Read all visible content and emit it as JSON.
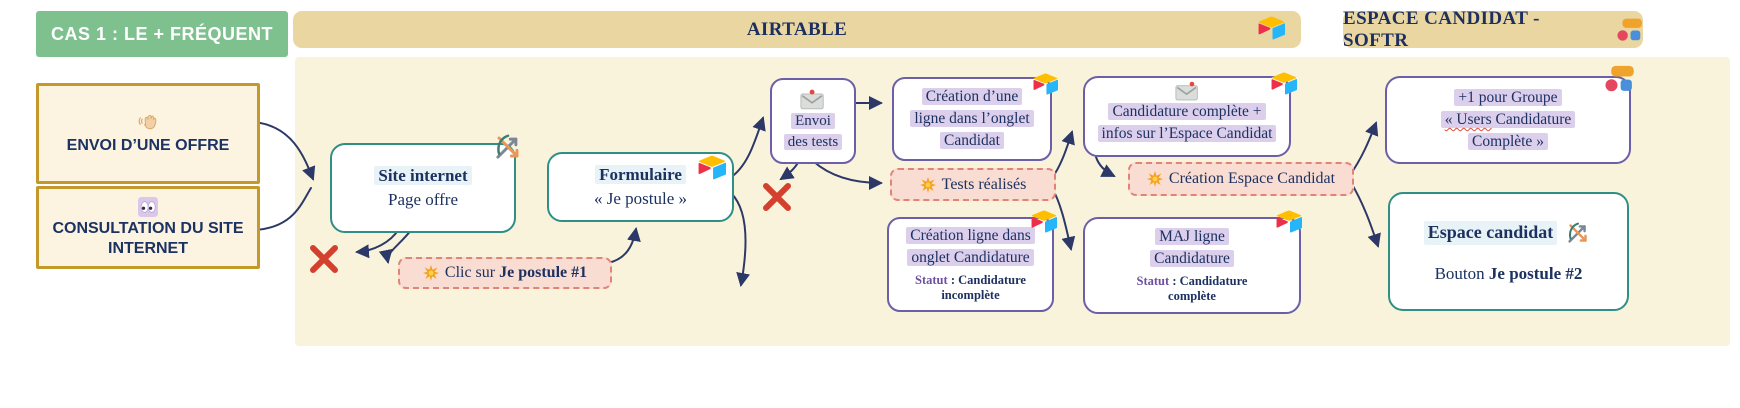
{
  "badge": {
    "label": "CAS 1 : LE + FRÉQUENT"
  },
  "headers": {
    "airtable": {
      "title": "AIRTABLE",
      "icon": "airtable-logo"
    },
    "softr": {
      "title": "ESPACE CANDIDAT - SOFTR",
      "icon": "softr-logo"
    }
  },
  "sources": [
    {
      "icon": "waving-hand-icon",
      "label": "ENVOI D’UNE OFFRE"
    },
    {
      "icon": "eyes-icon",
      "label": "CONSULTATION DU SITE INTERNET"
    }
  ],
  "nodes": {
    "site_internet": {
      "title": "Site internet",
      "subtitle": "Page offre",
      "icon": "crossed-arrows-icon"
    },
    "formulaire": {
      "title": "Formulaire",
      "subtitle": "« Je postule »",
      "icon": "airtable-logo"
    },
    "envoi_tests": {
      "line1": "Envoi",
      "line2": "des tests",
      "icon": "mail-icon"
    },
    "creation_ligne_candidat": {
      "line1": "Création d’une",
      "line2": "ligne dans l’onglet",
      "line3": "Candidat",
      "icon": "airtable-logo"
    },
    "candidature_complete": {
      "line1": "Candidature complète +",
      "line2": "infos sur l’Espace Candidat",
      "icons": [
        "mail-icon",
        "airtable-logo"
      ]
    },
    "creation_ligne_candidature": {
      "line1": "Création ligne dans",
      "line2": "onglet Candidature",
      "statut_label": "Statut",
      "statut_value": " : Candidature incomplète",
      "icon": "airtable-logo"
    },
    "maj_ligne": {
      "line1": "MAJ ligne",
      "line2": "Candidature",
      "statut_label": "Statut",
      "statut_value": " : Candidature complète",
      "icon": "airtable-logo"
    },
    "plus_un_groupe": {
      "line1": "+1 pour Groupe",
      "line2_wavy": "« Users",
      "line2_rest": " Candidature",
      "line3": "Complète »",
      "icon": "softr-logo"
    },
    "espace_candidat": {
      "title": "Espace candidat",
      "button_prefix": "Bouton ",
      "button_bold": "Je postule #2",
      "icon": "crossed-arrows-icon"
    }
  },
  "actions": {
    "clic_postule1": {
      "icon": "burst-icon",
      "prefix": "Clic sur ",
      "bold": "Je postule #1"
    },
    "tests_realises": {
      "icon": "burst-icon",
      "label": "Tests réalisés"
    },
    "creation_espace": {
      "icon": "burst-icon",
      "label": "Création Espace Candidat"
    }
  },
  "icons": {
    "airtable": "airtable-logo",
    "softr": "softr-logo",
    "mail": "mail-icon",
    "burst": "burst-icon",
    "website": "crossed-arrows-icon",
    "wave": "waving-hand-icon",
    "eyes": "eyes-icon",
    "reject": "red-x-icon"
  },
  "colors": {
    "canvas": "#faf3dc",
    "header_bg": "#e9d6a0",
    "badge_green": "#7ec18f",
    "gold_border": "#c3992b",
    "teal_border": "#2f8f85",
    "purple_border": "#6c5fa7",
    "pink_border": "#e08576",
    "pink_fill": "#f9ddd2",
    "lavender_highlight": "#dbcfec",
    "blue_highlight": "#e7f3f6",
    "navy_text": "#1d3160",
    "arrow": "#2c3968",
    "red_x": "#d4402e",
    "statut_purple": "#6b4fa1"
  }
}
